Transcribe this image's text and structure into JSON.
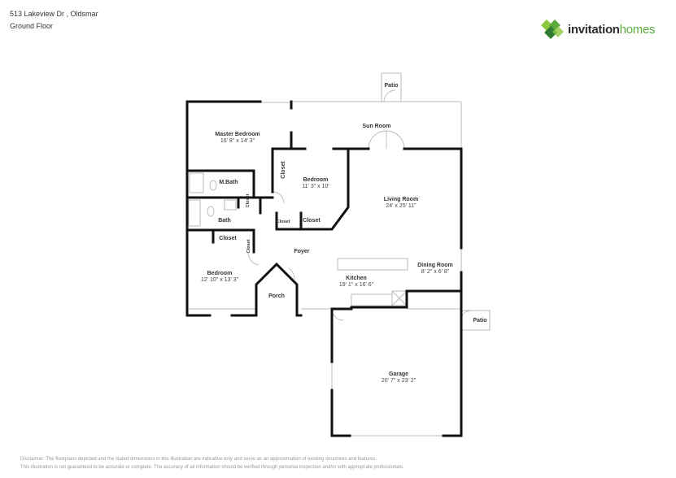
{
  "header": {
    "address": "513 Lakeview Dr , Oldsmar",
    "floor": "Ground Floor"
  },
  "logo": {
    "text_main": "invitation",
    "text_accent": "homes",
    "colors": [
      "#2e7d32",
      "#5aab3c",
      "#8dc63f"
    ]
  },
  "rooms": [
    {
      "name": "Master Bedroom",
      "dims": "16' 8\" x 14' 3\""
    },
    {
      "name": "Sun Room",
      "dims": ""
    },
    {
      "name": "Patio",
      "dims": ""
    },
    {
      "name": "M.Bath",
      "dims": ""
    },
    {
      "name": "Closet",
      "dims": ""
    },
    {
      "name": "Bedroom",
      "dims": "11' 3\" x 10'"
    },
    {
      "name": "Living Room",
      "dims": "24' x 25' 11\""
    },
    {
      "name": "Closet",
      "dims": ""
    },
    {
      "name": "Bath",
      "dims": ""
    },
    {
      "name": "Closet",
      "dims": ""
    },
    {
      "name": "Closet",
      "dims": ""
    },
    {
      "name": "Closet",
      "dims": ""
    },
    {
      "name": "Foyer",
      "dims": ""
    },
    {
      "name": "Bedroom",
      "dims": "12' 10\" x 13' 3\""
    },
    {
      "name": "Kitchen",
      "dims": "19' 1\" x 16' 6\""
    },
    {
      "name": "Dining Room",
      "dims": "8' 2\" x 6' 8\""
    },
    {
      "name": "Porch",
      "dims": ""
    },
    {
      "name": "Patio",
      "dims": ""
    },
    {
      "name": "Garage",
      "dims": "20' 7\" x 23' 2\""
    },
    {
      "name": "Closet",
      "dims": ""
    }
  ],
  "disclaimer": [
    "Disclaimer: The floorplans depicted and the stated dimensions in this illustration are indicative only and serve as an approximation of existing structures and features.",
    "This illustration is not guaranteed to be accurate or complete. The accuracy of all information should be verified through personal inspection and/or with appropriate professionals."
  ]
}
